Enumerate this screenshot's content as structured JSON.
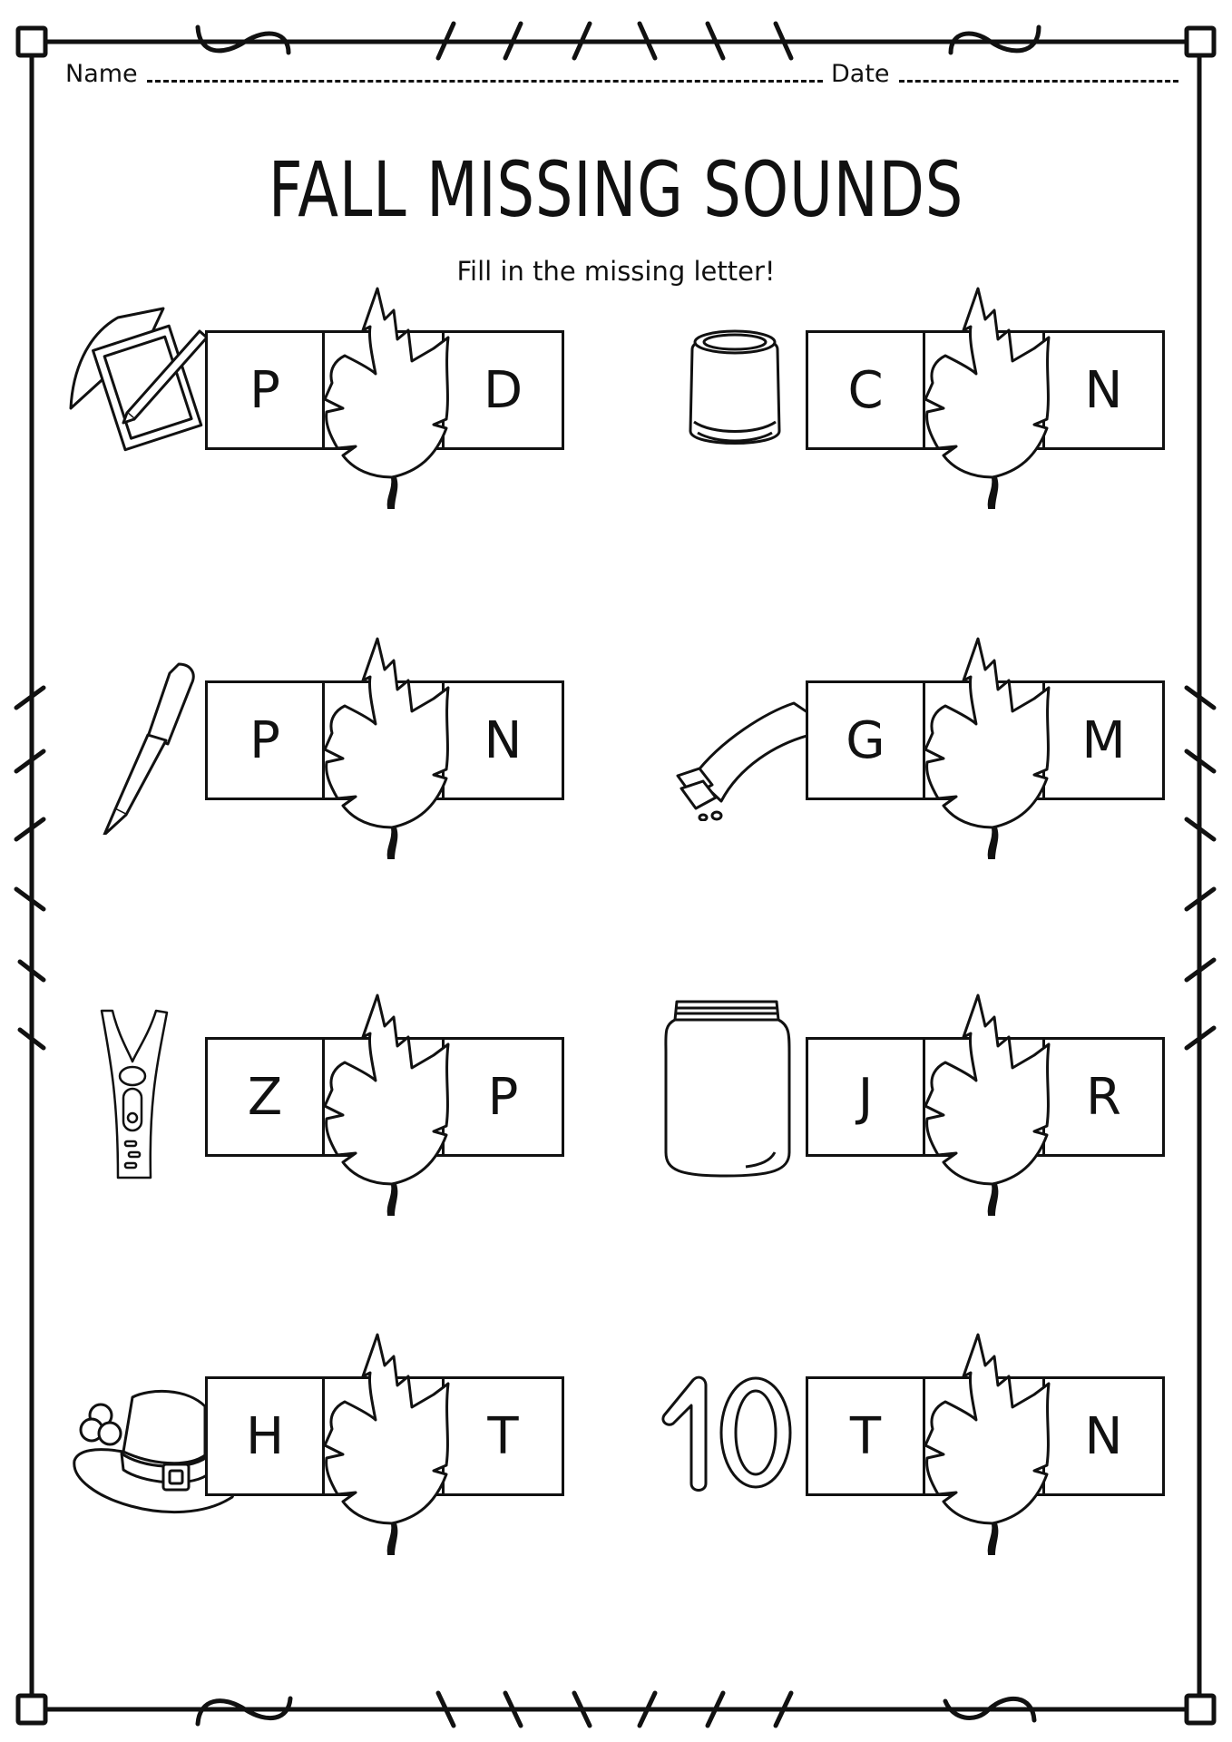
{
  "header": {
    "name_label": "Name",
    "date_label": "Date"
  },
  "title": "FALL MISSING SOUNDS",
  "subtitle": "Fill in the missing letter!",
  "items": [
    {
      "picture": "notepad-icon",
      "first": "P",
      "missing": "",
      "last": "D"
    },
    {
      "picture": "soda-can-icon",
      "first": "C",
      "missing": "",
      "last": "N"
    },
    {
      "picture": "pen-icon",
      "first": "P",
      "missing": "",
      "last": "N"
    },
    {
      "picture": "gum-icon",
      "first": "G",
      "missing": "",
      "last": "M"
    },
    {
      "picture": "zipper-icon",
      "first": "Z",
      "missing": "",
      "last": "P"
    },
    {
      "picture": "jar-icon",
      "first": "J",
      "missing": "",
      "last": "R"
    },
    {
      "picture": "hat-icon",
      "first": "H",
      "missing": "",
      "last": "T"
    },
    {
      "picture": "number-ten-icon",
      "first": "T",
      "missing": "",
      "last": "N"
    }
  ]
}
